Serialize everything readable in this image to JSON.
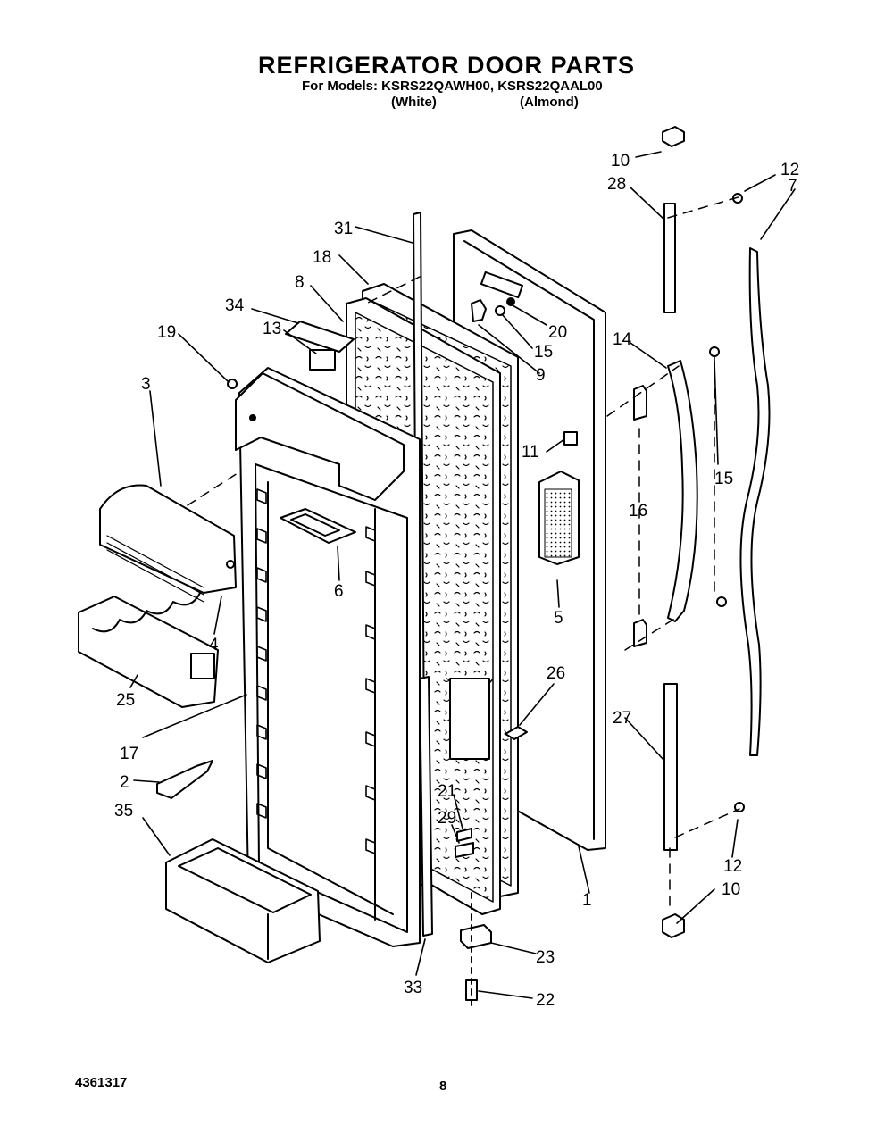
{
  "header": {
    "title": "REFRIGERATOR DOOR PARTS",
    "models_line": "For Models: KSRS22QAWH00, KSRS22QAAL00",
    "variant_white": "(White)",
    "variant_almond": "(Almond)"
  },
  "callouts": {
    "c10a": "10",
    "c28": "28",
    "c12a": "12",
    "c7": "7",
    "c31": "31",
    "c18": "18",
    "c8": "8",
    "c34": "34",
    "c19": "19",
    "c13": "13",
    "c20": "20",
    "c15a": "15",
    "c9": "9",
    "c3": "3",
    "c14": "14",
    "c11": "11",
    "c15b": "15",
    "c16": "16",
    "c6": "6",
    "c5": "5",
    "c4": "4",
    "c25": "25",
    "c26": "26",
    "c17": "17",
    "c27": "27",
    "c2": "2",
    "c21": "21",
    "c29": "29",
    "c35": "35",
    "c1": "1",
    "c12b": "12",
    "c10b": "10",
    "c23": "23",
    "c33": "33",
    "c22": "22"
  },
  "footer": {
    "doc_number": "4361317",
    "page_number": "8"
  }
}
